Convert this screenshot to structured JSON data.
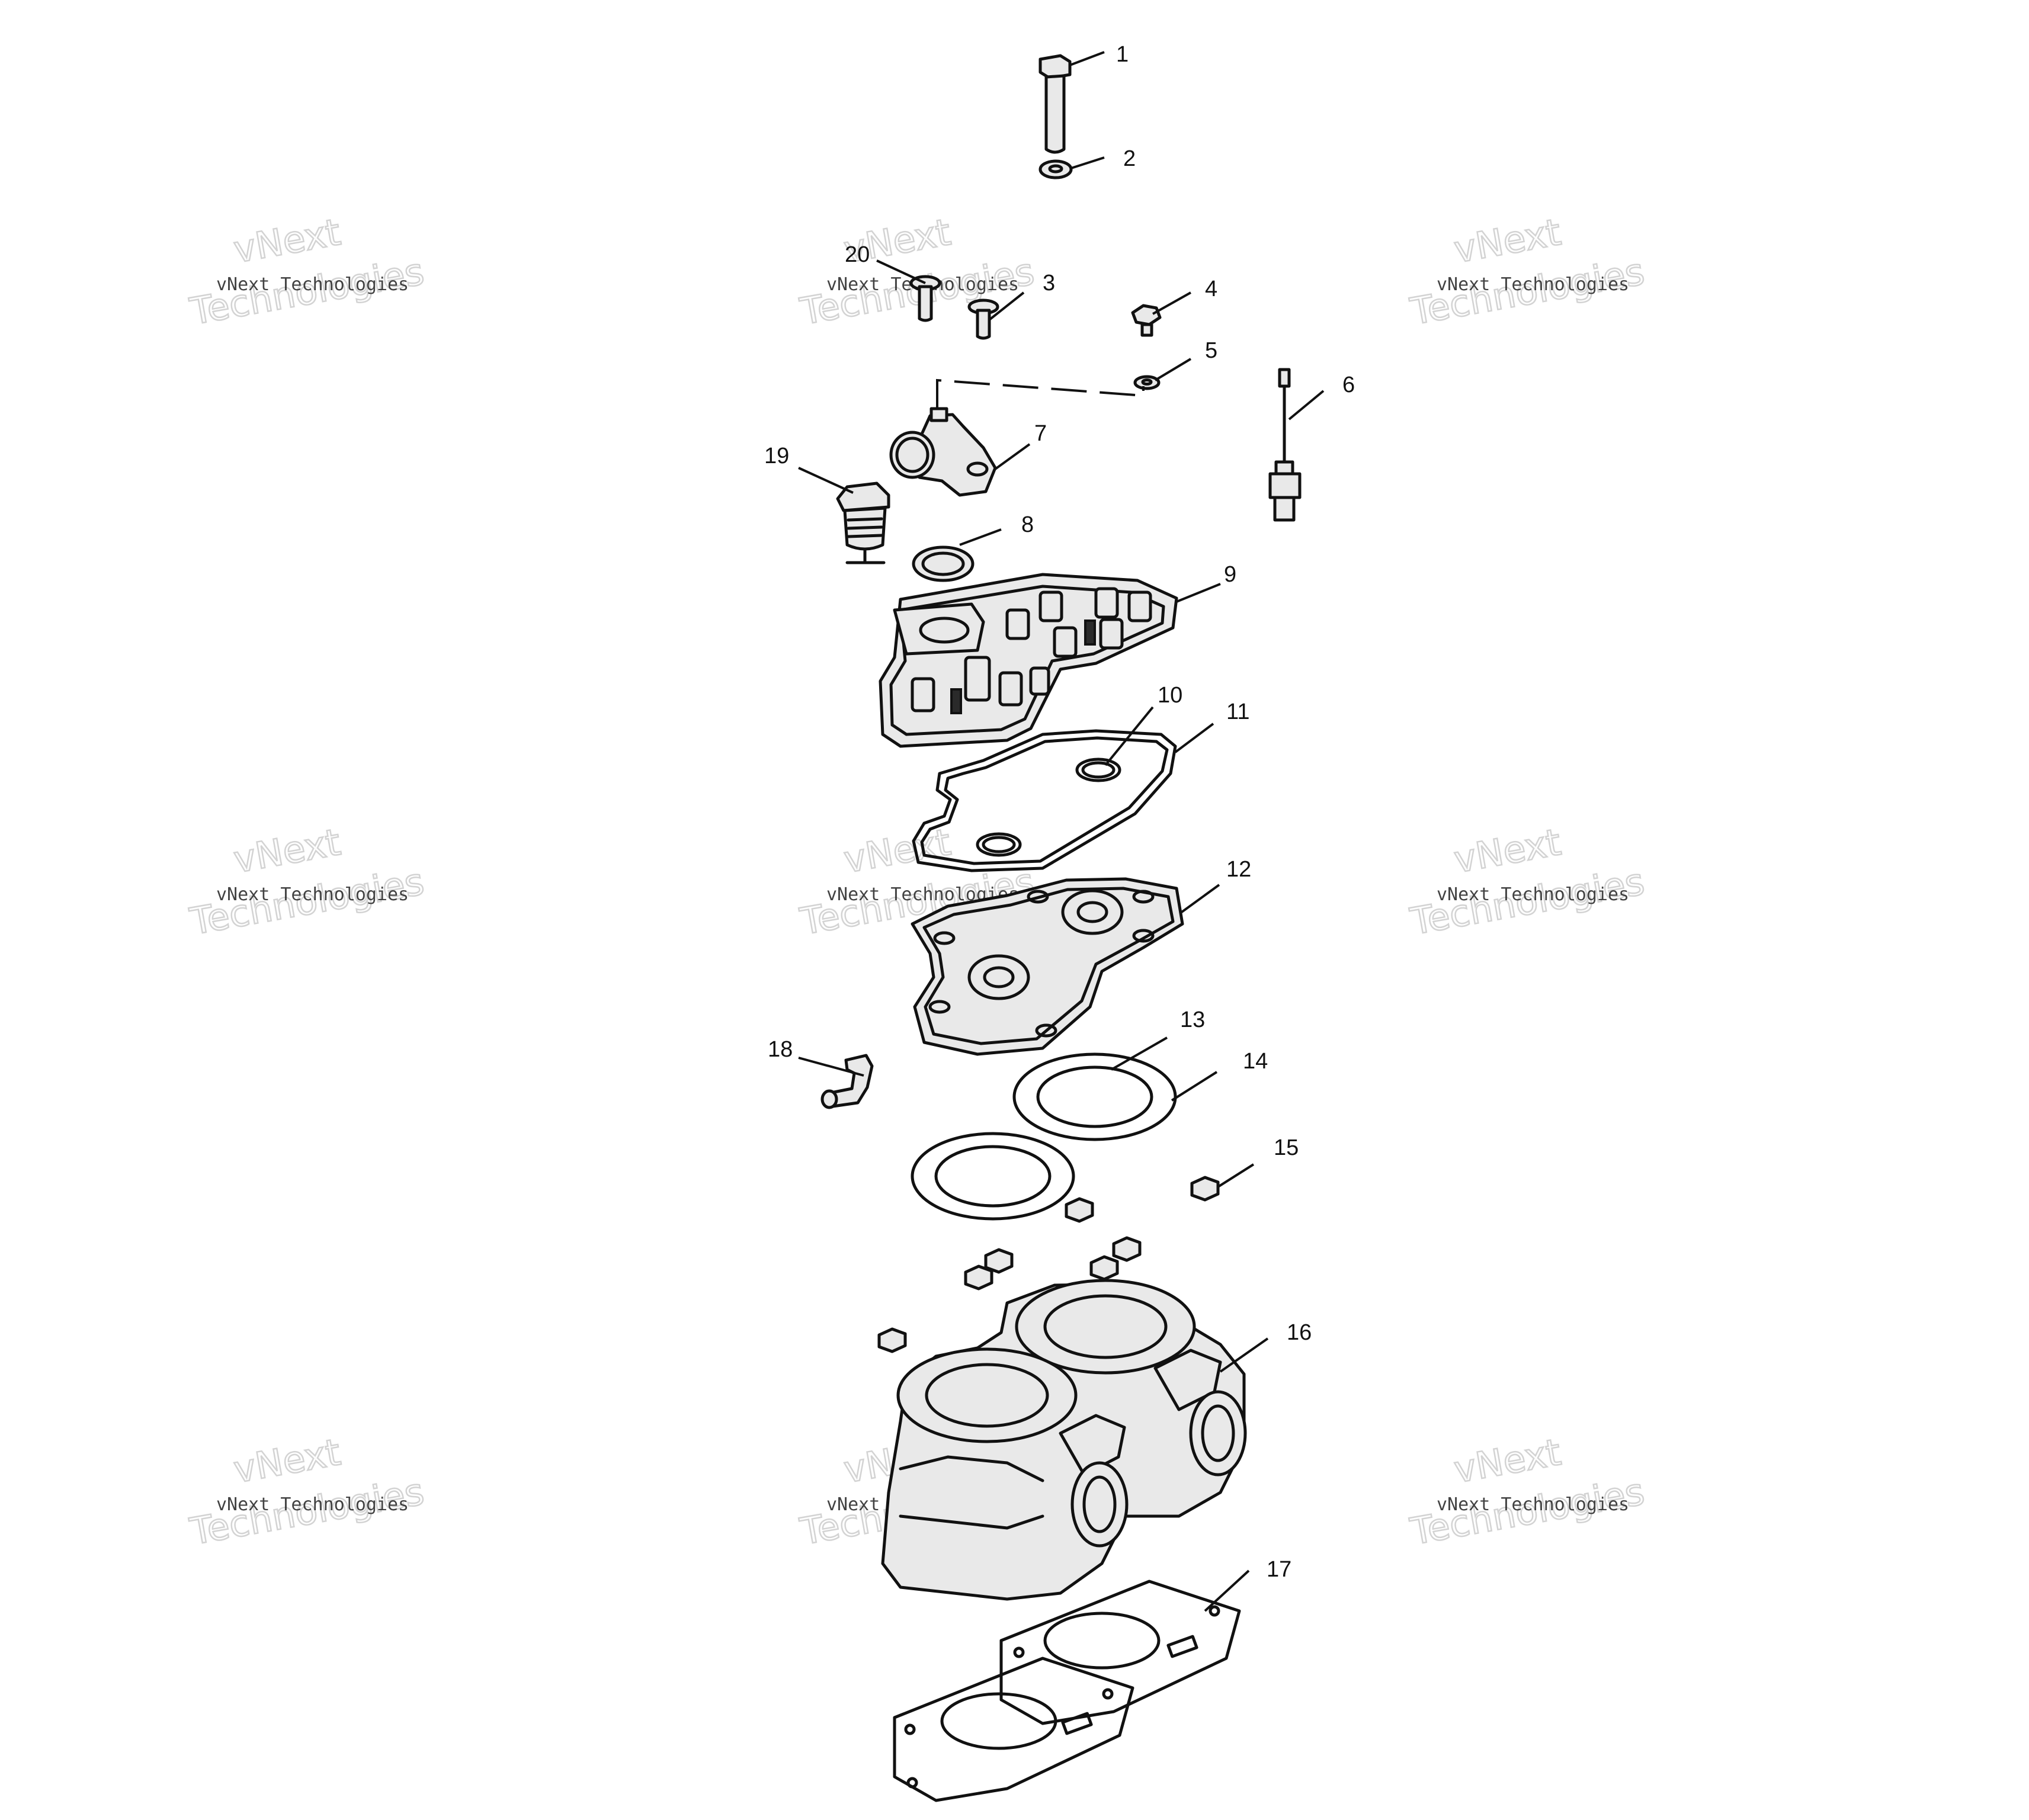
{
  "watermark": {
    "brand_text": "vNext Technologies",
    "big_line1": "vNext",
    "big_line2": "Technologies"
  },
  "callouts": [
    "1",
    "2",
    "3",
    "4",
    "5",
    "6",
    "7",
    "8",
    "9",
    "10",
    "11",
    "12",
    "13",
    "14",
    "15",
    "16",
    "17",
    "18",
    "19",
    "20"
  ]
}
